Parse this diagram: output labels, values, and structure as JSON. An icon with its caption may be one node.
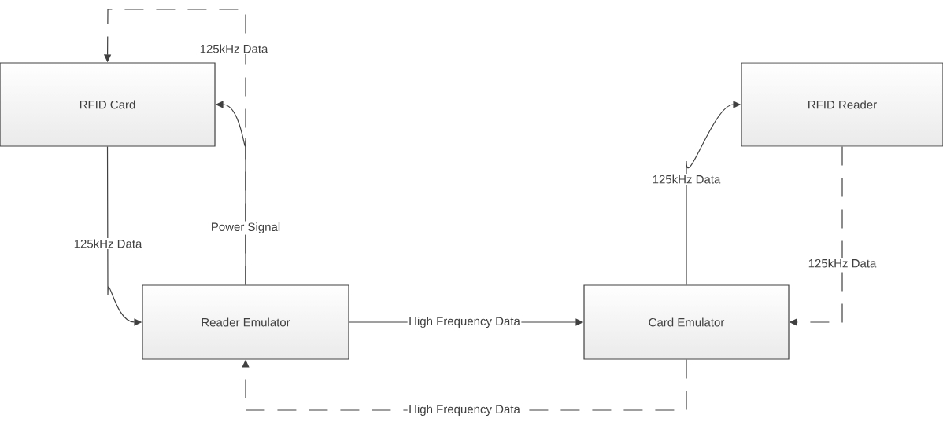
{
  "diagram": {
    "nodes": [
      {
        "text": [
          "RFID Card"
        ]
      },
      {
        "text": [
          "RFID Reader"
        ]
      },
      {
        "text": [
          "Reader Emulator"
        ]
      },
      {
        "text": [
          "Card Emulator"
        ]
      }
    ],
    "edges": [
      {
        "from": 2,
        "to": 0,
        "arrow": "to",
        "label": "Power Signal"
      },
      {
        "from": 2,
        "to": 0,
        "arrow": "to",
        "label": "125kHz Data",
        "style": "dashed"
      },
      {
        "from": 0,
        "to": 2,
        "arrow": "to",
        "label": "125kHz Data"
      },
      {
        "from": 2,
        "to": 3,
        "arrow": "to",
        "label": "High Frequency Data"
      },
      {
        "from": 3,
        "to": 1,
        "arrow": "to",
        "label": "125kHz Data"
      },
      {
        "from": 1,
        "to": 3,
        "arrow": "to",
        "label": "125kHz Data",
        "style": "dashed"
      },
      {
        "from": 3,
        "to": 2,
        "arrow": "to",
        "label": "High Frequency Data",
        "style": "dashed"
      }
    ]
  }
}
